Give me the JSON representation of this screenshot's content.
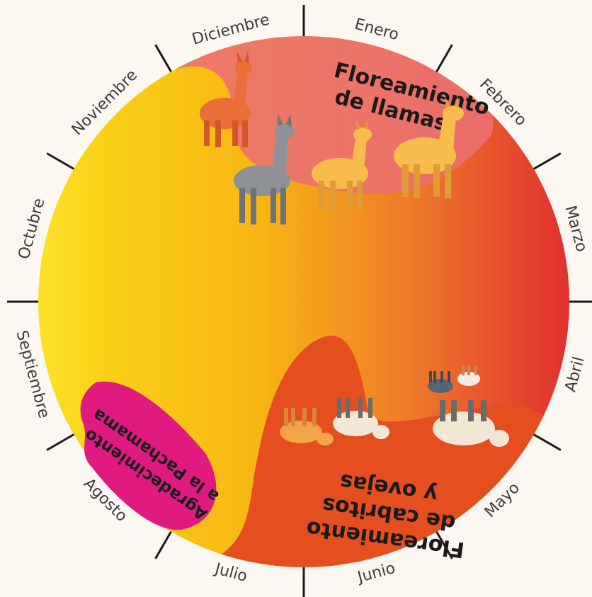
{
  "months": [
    "Enero",
    "Febrero",
    "Marzo",
    "Abril",
    "Mayo",
    "Junio",
    "Julio",
    "Agosto",
    "Septiembre",
    "Octubre",
    "Noviembre",
    "Diciembre"
  ],
  "llama_title": [
    "Floreamiento",
    "de llamas"
  ],
  "goat_title": [
    "Floreamiento",
    "de cabritos",
    "y ovejas"
  ],
  "pacha_title": [
    "Agradecimiento",
    "a la Pachamama"
  ],
  "colors": {
    "background": "#fcf8f1",
    "yellow": "#f9c810",
    "orange": "#ee7a2a",
    "red": "#e1302e",
    "pink_zone": "#ea6f72",
    "goat_zone": "#e54e1e",
    "pacha_zone": "#e01a7e",
    "ticks": "#1a1a1a"
  }
}
